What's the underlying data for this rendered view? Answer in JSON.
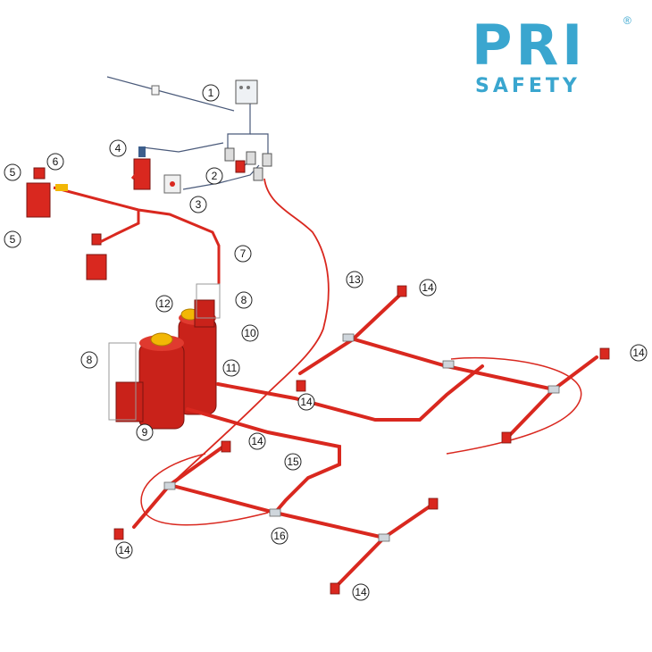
{
  "brand": {
    "name_line1": "PRI",
    "name_line2": "SAFETY",
    "registered_mark": "®",
    "color": "#3aa6cf"
  },
  "colors": {
    "pipe": "#d9281f",
    "pipe_dark": "#a31510",
    "cylinder_cap": "#f2b705",
    "wire": "#4a5a7a"
  },
  "callouts": [
    "1",
    "2",
    "3",
    "4",
    "5",
    "5",
    "6",
    "7",
    "8",
    "8",
    "9",
    "10",
    "11",
    "12",
    "13",
    "14",
    "14",
    "14",
    "14",
    "14",
    "14",
    "15",
    "16"
  ]
}
